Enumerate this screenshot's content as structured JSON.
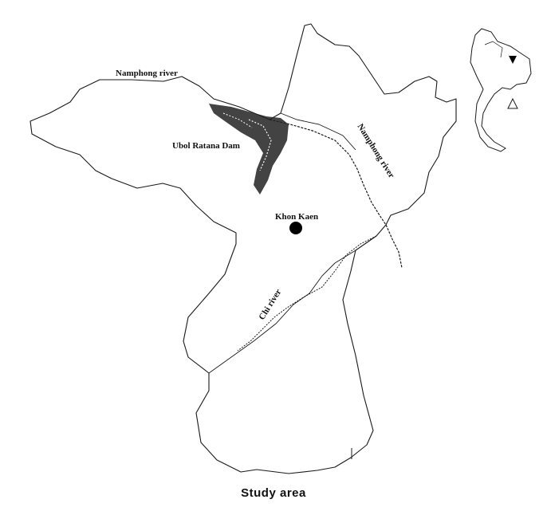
{
  "map": {
    "labels": {
      "namphong_river_north": "Namphong river",
      "ubol_ratana_dam": "Ubol Ratana Dam",
      "namphong_river_east": "Namphong river",
      "khon_kaen": "Khon Kaen",
      "chi_river": "Chi river"
    },
    "caption": "Study area",
    "colors": {
      "line": "#1a1a1a",
      "marker": "#000000",
      "background": "#ffffff"
    },
    "icons": {
      "city_marker": "filled-circle-icon",
      "inset": "thailand-inset-map"
    }
  }
}
